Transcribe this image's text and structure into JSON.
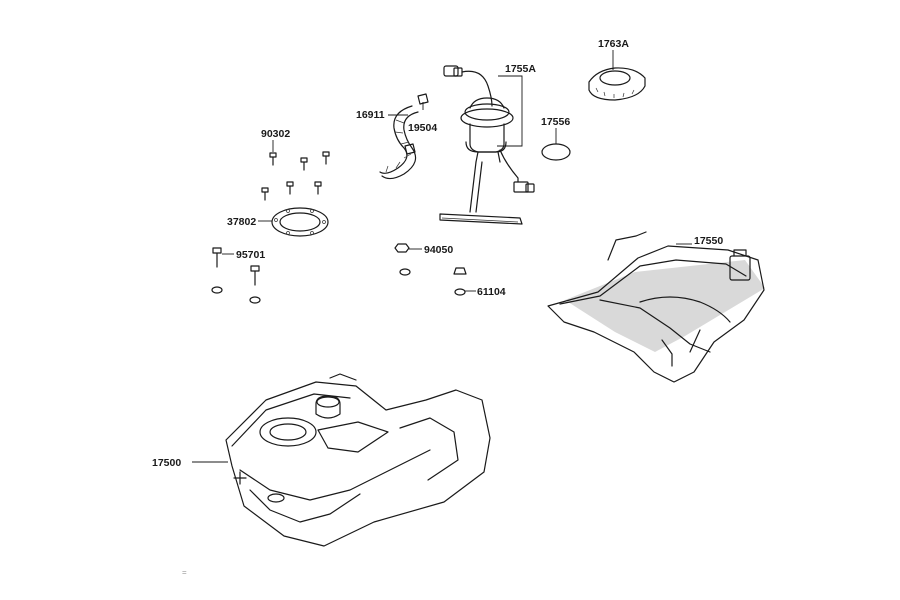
{
  "parts": [
    {
      "id": "p17500",
      "number": "17500"
    },
    {
      "id": "p17550",
      "number": "17550"
    },
    {
      "id": "p1755A",
      "number": "1755A"
    },
    {
      "id": "p17556",
      "number": "17556"
    },
    {
      "id": "p1763A",
      "number": "1763A"
    },
    {
      "id": "p16911",
      "number": "16911"
    },
    {
      "id": "p19504",
      "number": "19504"
    },
    {
      "id": "p90302",
      "number": "90302"
    },
    {
      "id": "p37802",
      "number": "37802"
    },
    {
      "id": "p95701",
      "number": "95701"
    },
    {
      "id": "p94050",
      "number": "94050"
    },
    {
      "id": "p61104",
      "number": "61104"
    }
  ],
  "footer_mark": "="
}
